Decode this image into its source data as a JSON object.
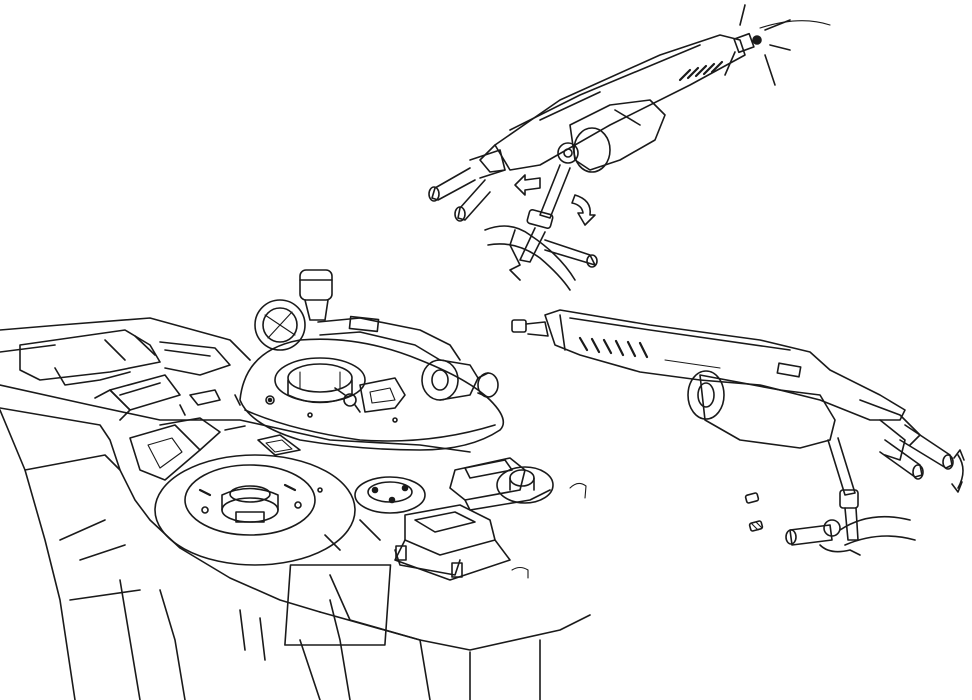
{
  "illustration": {
    "colors": {
      "ink": "#1a1a1a",
      "paper": "#ffffff"
    },
    "parts": [
      "vehicle-hull",
      "turret-hatch",
      "weapon-top-firing",
      "weapon-bottom-mounted"
    ]
  }
}
